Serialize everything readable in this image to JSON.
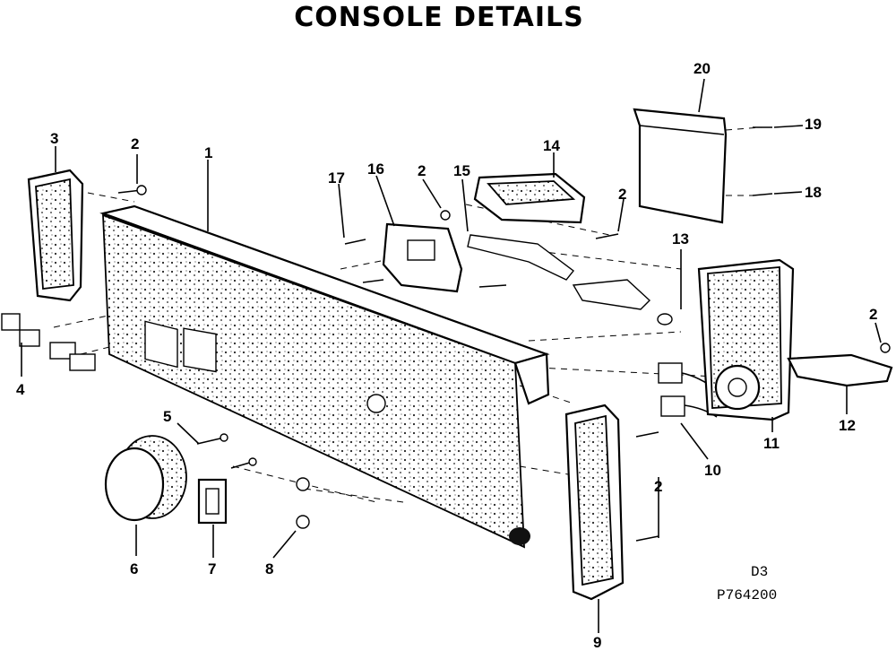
{
  "title": "CONSOLE DETAILS",
  "callouts": [
    "1",
    "2",
    "3",
    "4",
    "5",
    "6",
    "7",
    "8",
    "9",
    "10",
    "11",
    "12",
    "13",
    "14",
    "15",
    "16",
    "17",
    "18",
    "19",
    "20"
  ],
  "references": {
    "section": "D3",
    "part_number": "P764200"
  }
}
